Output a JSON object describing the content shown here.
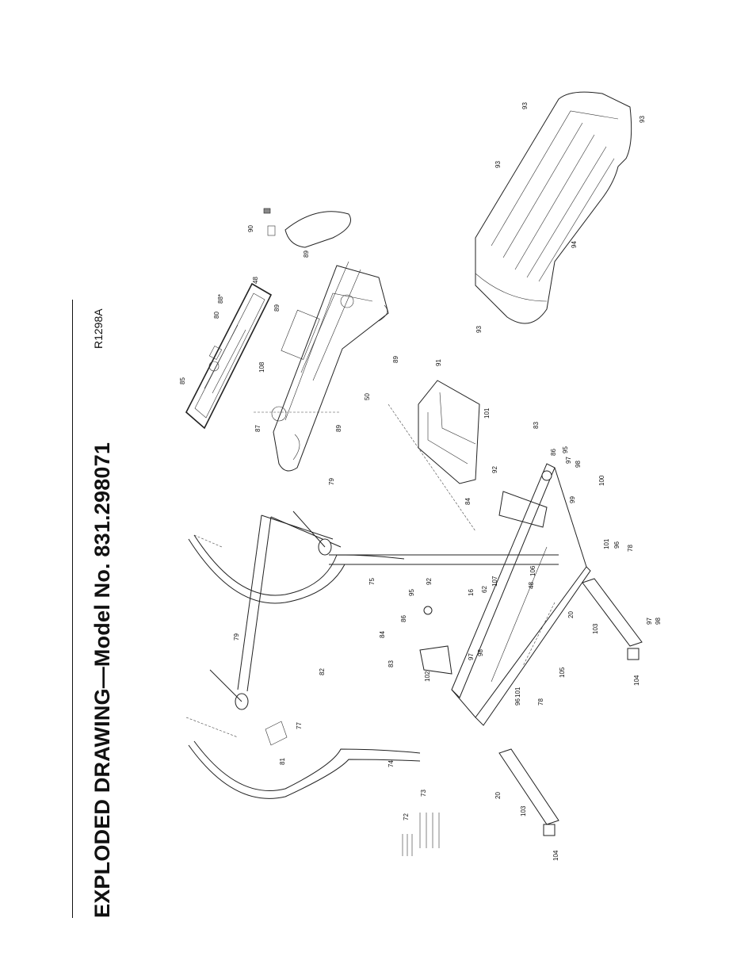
{
  "page": {
    "title": "EXPLODED DRAWING—Model No. 831.298071",
    "drawing_code": "R1298A"
  },
  "part_labels": [
    "72",
    "73",
    "74",
    "75",
    "77",
    "78",
    "78",
    "79",
    "79",
    "81",
    "82",
    "83",
    "83",
    "84",
    "84",
    "85",
    "86",
    "86",
    "87",
    "88*",
    "89",
    "89",
    "89",
    "89",
    "90",
    "91",
    "92",
    "92",
    "93",
    "93",
    "93",
    "93",
    "94",
    "95",
    "95",
    "96",
    "96",
    "97",
    "97",
    "97",
    "98",
    "98",
    "98",
    "99",
    "100",
    "101",
    "101",
    "101",
    "102",
    "103",
    "103",
    "104",
    "104",
    "105",
    "106",
    "107",
    "108",
    "16",
    "20",
    "20",
    "48",
    "48",
    "50",
    "62",
    "80"
  ]
}
